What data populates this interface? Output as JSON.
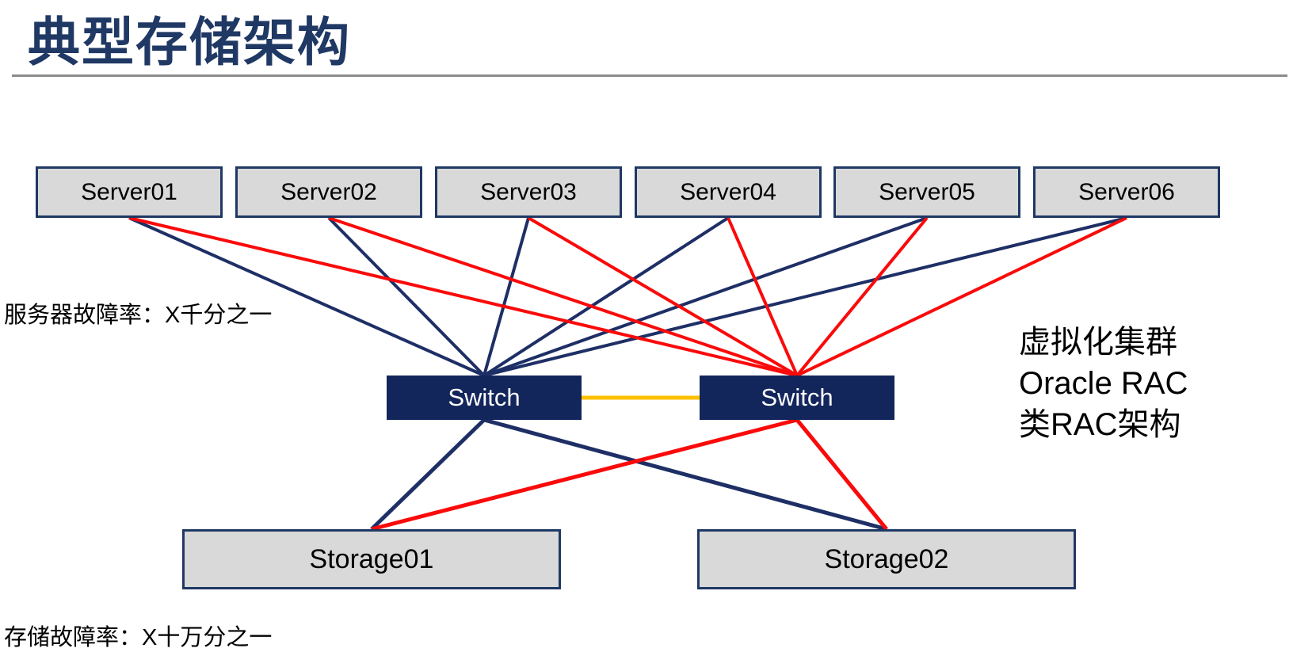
{
  "slide": {
    "title": "典型存储架构",
    "notes": {
      "server_failure": "服务器故障率：X千分之一",
      "storage_failure": "存储故障率：X十万分之一",
      "right_note_lines": [
        "虚拟化集群",
        "Oracle RAC",
        "类RAC架构"
      ]
    }
  },
  "diagram": {
    "nodes": [
      {
        "id": "server01",
        "label": "Server01",
        "type": "server"
      },
      {
        "id": "server02",
        "label": "Server02",
        "type": "server"
      },
      {
        "id": "server03",
        "label": "Server03",
        "type": "server"
      },
      {
        "id": "server04",
        "label": "Server04",
        "type": "server"
      },
      {
        "id": "server05",
        "label": "Server05",
        "type": "server"
      },
      {
        "id": "server06",
        "label": "Server06",
        "type": "server"
      },
      {
        "id": "switch-left",
        "label": "Switch",
        "type": "switch"
      },
      {
        "id": "switch-right",
        "label": "Switch",
        "type": "switch"
      },
      {
        "id": "storage01",
        "label": "Storage01",
        "type": "storage"
      },
      {
        "id": "storage02",
        "label": "Storage02",
        "type": "storage"
      }
    ],
    "edges": [
      {
        "from": "server01",
        "to": "switch-left",
        "color": "navy",
        "width": 4,
        "from_anchor": "bottom",
        "to_anchor": "top"
      },
      {
        "from": "server02",
        "to": "switch-left",
        "color": "navy",
        "width": 4,
        "from_anchor": "bottom",
        "to_anchor": "top"
      },
      {
        "from": "server03",
        "to": "switch-left",
        "color": "navy",
        "width": 4,
        "from_anchor": "bottom",
        "to_anchor": "top"
      },
      {
        "from": "server04",
        "to": "switch-left",
        "color": "navy",
        "width": 4,
        "from_anchor": "bottom",
        "to_anchor": "top"
      },
      {
        "from": "server05",
        "to": "switch-left",
        "color": "navy",
        "width": 4,
        "from_anchor": "bottom",
        "to_anchor": "top"
      },
      {
        "from": "server06",
        "to": "switch-left",
        "color": "navy",
        "width": 4,
        "from_anchor": "bottom",
        "to_anchor": "top"
      },
      {
        "from": "server01",
        "to": "switch-right",
        "color": "red",
        "width": 4,
        "from_anchor": "bottom",
        "to_anchor": "top"
      },
      {
        "from": "server02",
        "to": "switch-right",
        "color": "red",
        "width": 4,
        "from_anchor": "bottom",
        "to_anchor": "top"
      },
      {
        "from": "server03",
        "to": "switch-right",
        "color": "red",
        "width": 4,
        "from_anchor": "bottom",
        "to_anchor": "top"
      },
      {
        "from": "server04",
        "to": "switch-right",
        "color": "red",
        "width": 4,
        "from_anchor": "bottom",
        "to_anchor": "top"
      },
      {
        "from": "server05",
        "to": "switch-right",
        "color": "red",
        "width": 4,
        "from_anchor": "bottom",
        "to_anchor": "top"
      },
      {
        "from": "server06",
        "to": "switch-right",
        "color": "red",
        "width": 4,
        "from_anchor": "bottom",
        "to_anchor": "top"
      },
      {
        "from": "switch-left",
        "to": "switch-right",
        "color": "yellow",
        "width": 5,
        "from_anchor": "right",
        "to_anchor": "left"
      },
      {
        "from": "switch-left",
        "to": "storage01",
        "color": "navy",
        "width": 5,
        "from_anchor": "bottom",
        "to_anchor": "top"
      },
      {
        "from": "switch-left",
        "to": "storage02",
        "color": "navy",
        "width": 5,
        "from_anchor": "bottom",
        "to_anchor": "top"
      },
      {
        "from": "switch-right",
        "to": "storage01",
        "color": "red",
        "width": 5,
        "from_anchor": "bottom",
        "to_anchor": "top"
      },
      {
        "from": "switch-right",
        "to": "storage02",
        "color": "red",
        "width": 5,
        "from_anchor": "bottom",
        "to_anchor": "top"
      }
    ],
    "colors": {
      "navy": "#1E2F66",
      "red": "#FA0A0A",
      "yellow": "#FFC000",
      "box_fill": "#D9D9D9",
      "box_border": "#1F3864",
      "switch_fill": "#13265C",
      "title": "#1F3864",
      "divider": "#8C8C8C"
    }
  }
}
